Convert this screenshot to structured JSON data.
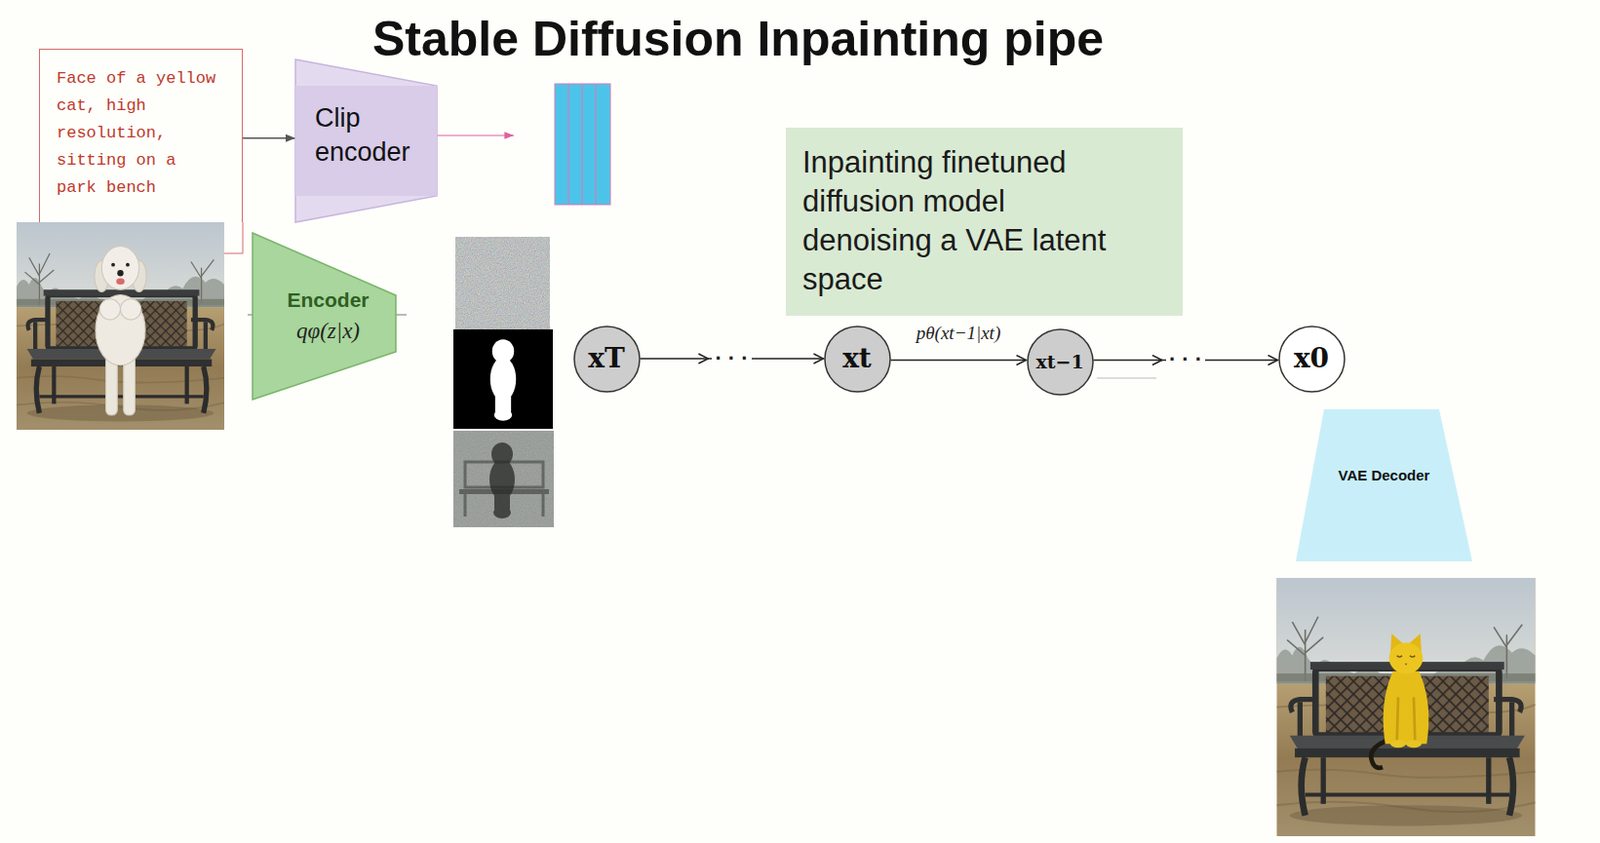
{
  "diagram": {
    "title": "Stable Diffusion Inpainting pipe",
    "nodes": [
      {
        "text": [
          "Face of a yellow cat, high resolution, sitting on a park bench"
        ]
      },
      {
        "text": [
          "Clip encoder"
        ]
      },
      {
        "text": [
          "Encoder",
          "qφ(z|x)"
        ]
      },
      {
        "text": [
          "Inpainting finetuned diffusion model denoising a VAE latent space"
        ]
      },
      {
        "text": [
          "xT"
        ]
      },
      {
        "text": [
          "xt"
        ]
      },
      {
        "text": [
          "xt−1"
        ]
      },
      {
        "text": [
          "x0"
        ]
      },
      {
        "text": [
          "VAE Decoder"
        ]
      }
    ],
    "edges": [
      {
        "from": 0,
        "to": 1,
        "arrow": "to"
      },
      {
        "from": 4,
        "to": 5,
        "arrow": "to",
        "label": "· · ·"
      },
      {
        "from": 5,
        "to": 6,
        "arrow": "to",
        "label": "pθ(xt−1|xt)"
      },
      {
        "from": 6,
        "to": 7,
        "arrow": "to",
        "label": "· · ·"
      }
    ]
  }
}
